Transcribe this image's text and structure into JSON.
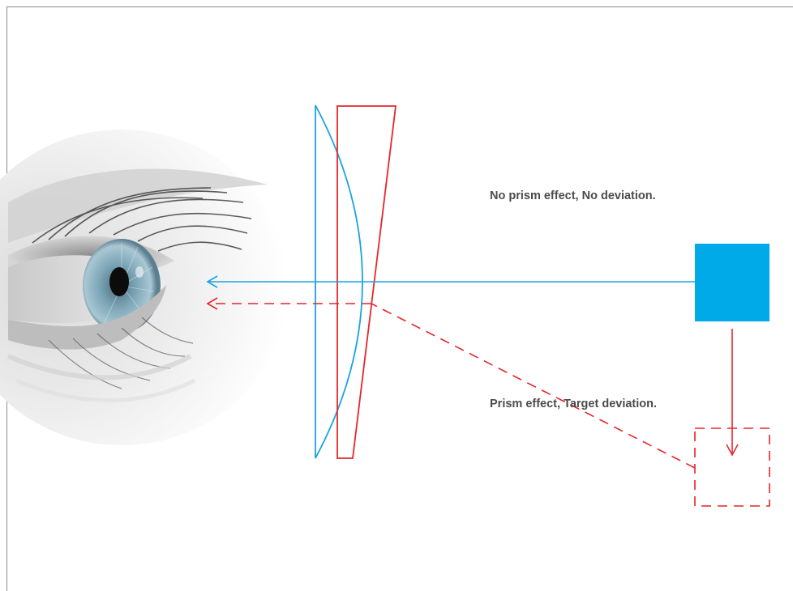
{
  "captions": {
    "no_prism": "No prism effect, No deviation.",
    "prism": "Prism effect, Target deviation."
  },
  "colors": {
    "blue": "#1ba3e0",
    "target_blue": "#00a9e8",
    "red": "#e4262b",
    "text": "#4b4b4b",
    "frame": "#8a8a8a"
  },
  "icons": {
    "eye": "eye-illustration",
    "lens": "plano-convex-lens-icon",
    "prism": "wedge-prism-icon"
  }
}
